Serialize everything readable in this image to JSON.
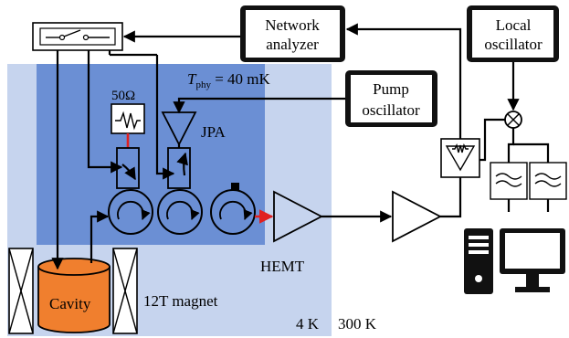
{
  "labels": {
    "network_analyzer": [
      "Network",
      "analyzer"
    ],
    "local_oscillator": [
      "Local",
      "oscillator"
    ],
    "pump_oscillator": [
      "Pump",
      "oscillator"
    ],
    "temperature_symbol": "T",
    "temperature_sub": "phy",
    "temperature_value": " = 40 mK",
    "resistor": "50Ω",
    "jpa": "JPA",
    "hemt": "HEMT",
    "cavity": "Cavity",
    "magnet": "12T magnet",
    "stage_4k": "4 K",
    "stage_300k": "300 K"
  },
  "colors": {
    "stage_300k_region": "#c6d4ee",
    "stage_4k_region": "#a9bde4",
    "stage_mk_region": "#6b8fd4",
    "cavity_fill": "#f07f2e",
    "signal_highlight": "#e02020",
    "ink": "#000000"
  }
}
